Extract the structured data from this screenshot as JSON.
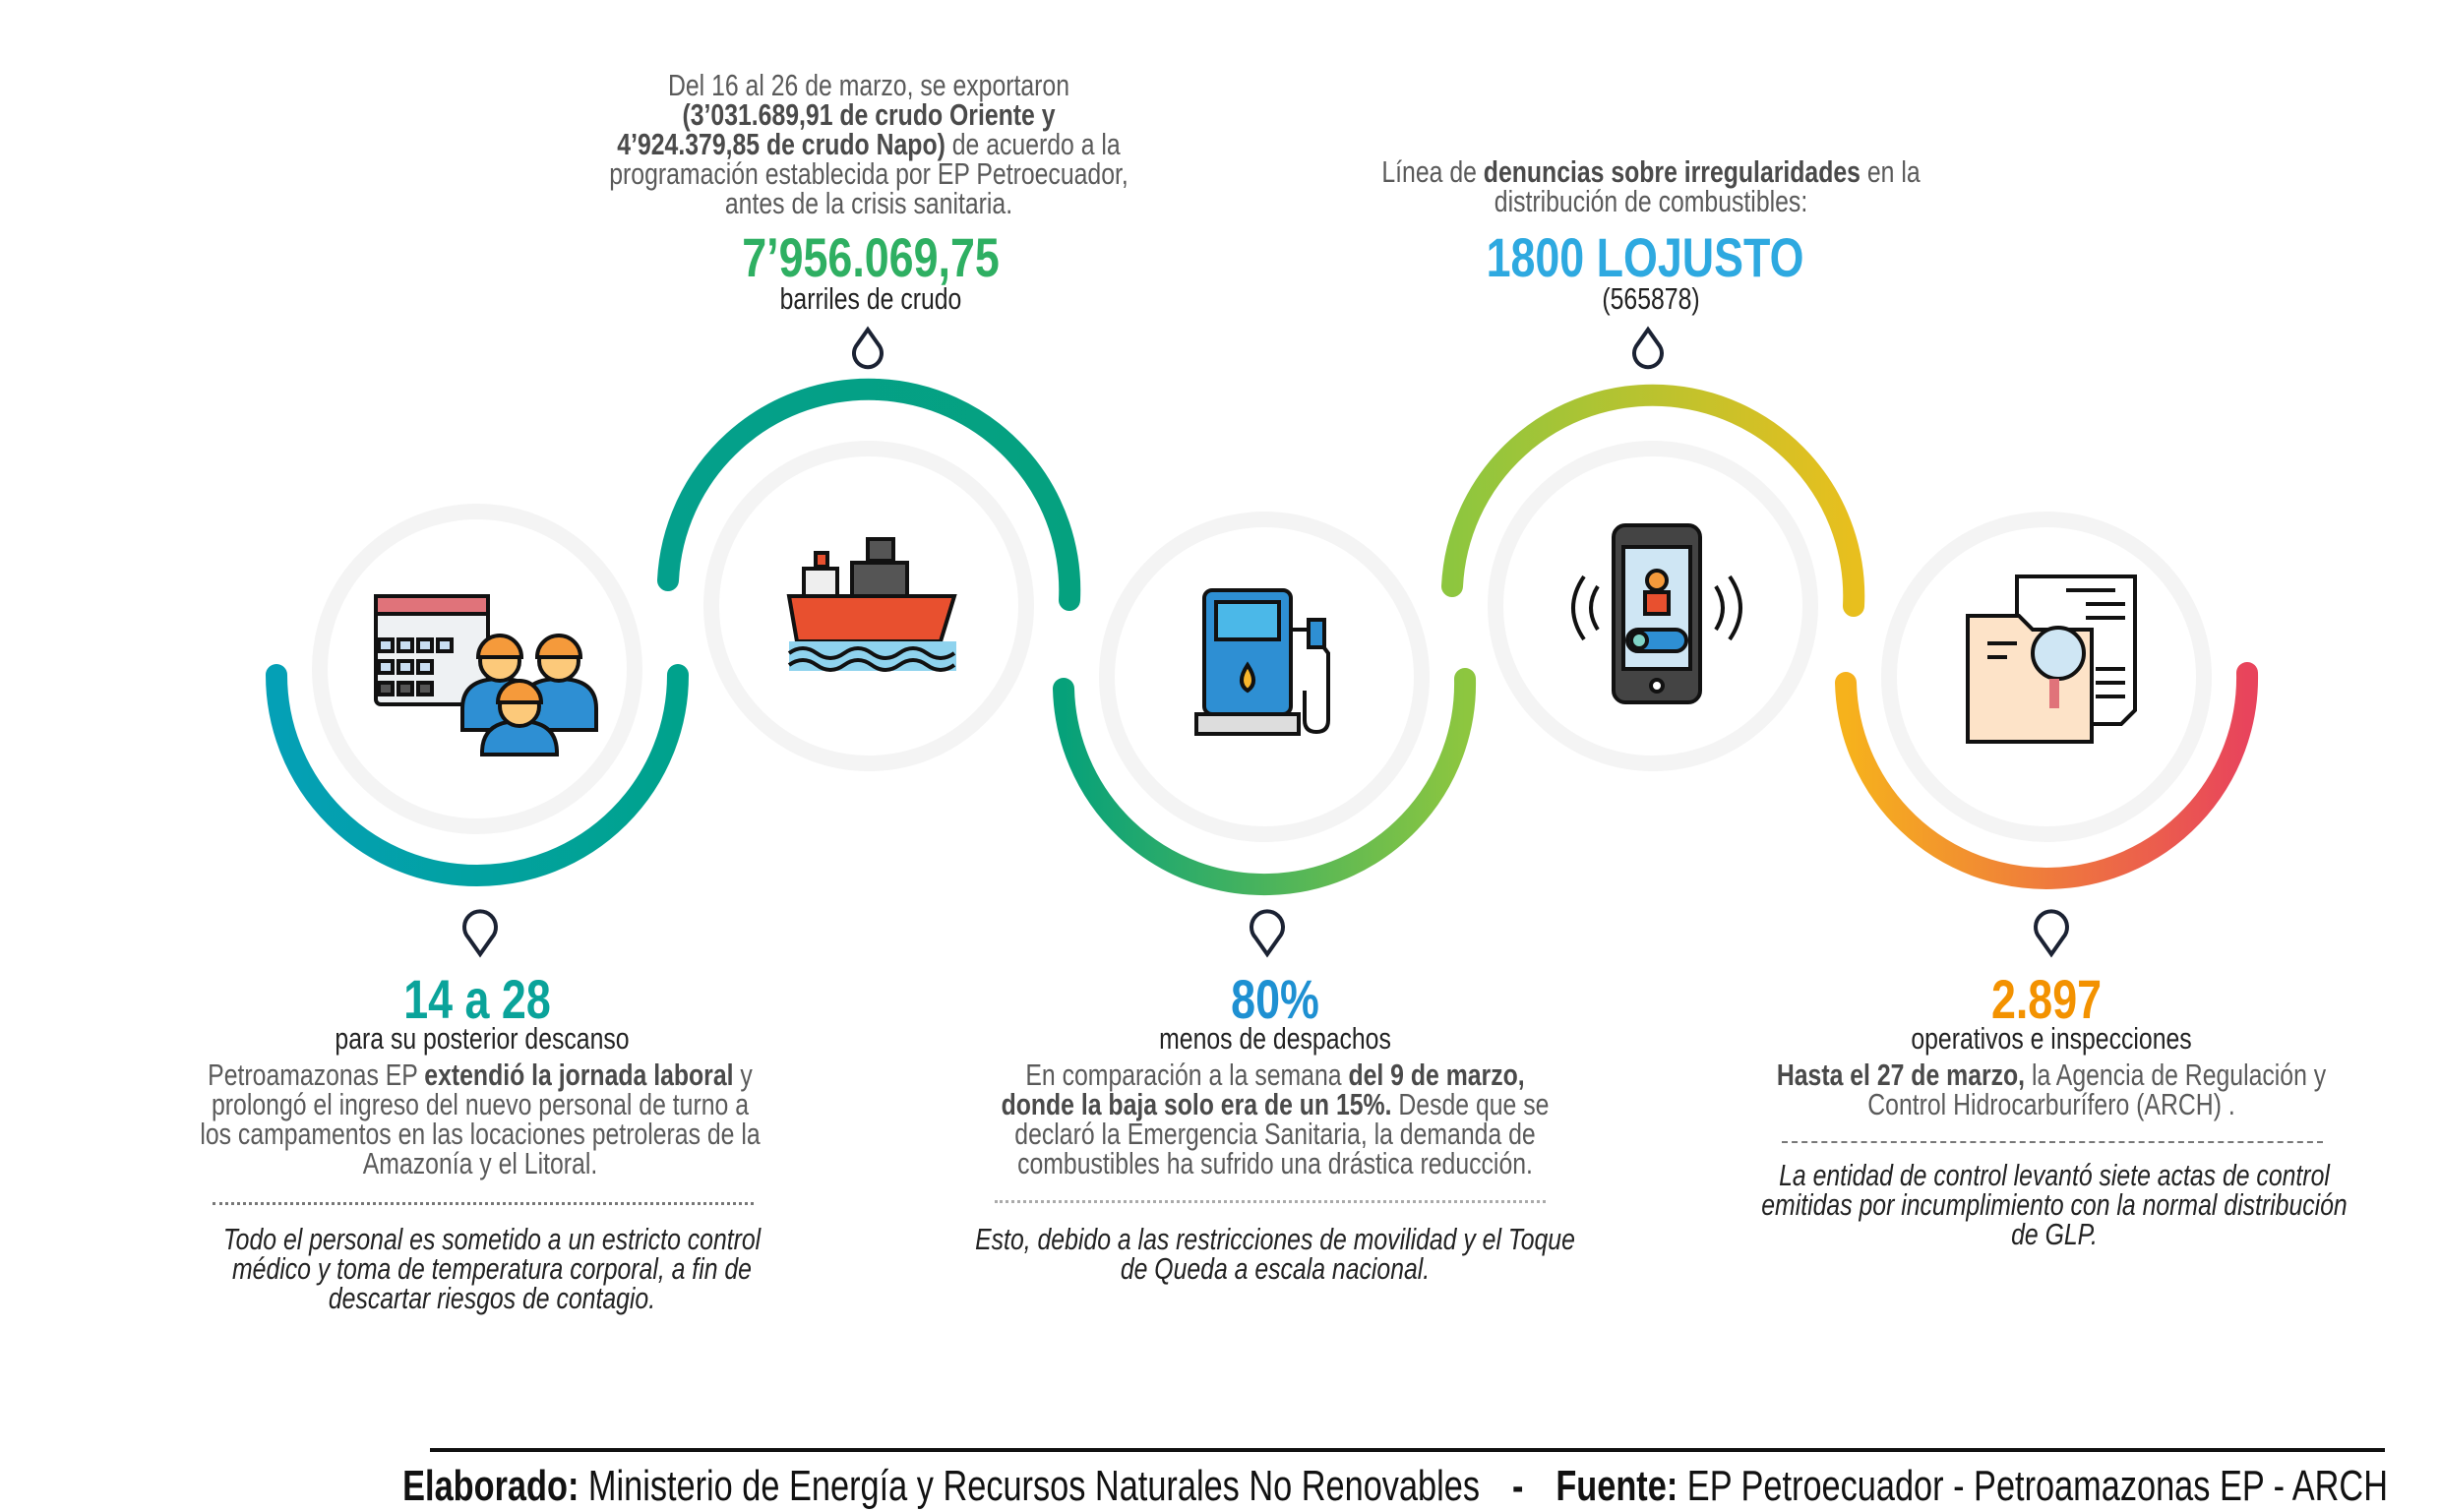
{
  "colors": {
    "teal": "#0aa39a",
    "green": "#2eaf62",
    "blue": "#1e90d2",
    "lightblue": "#2ea9e0",
    "orange": "#f39200",
    "text": "#5a5a5a"
  },
  "top_left": {
    "line1": "Del 16 al 26 de marzo, se exportaron",
    "line2_bold": "(3’031.689,91 de crudo Oriente y",
    "line3_bold": "4’924.379,85 de crudo Napo)",
    "line3_rest": " de acuerdo a la",
    "line4": "programación establecida por EP Petroecuador,",
    "line5": "antes de la crisis sanitaria.",
    "number": "7’956.069,75",
    "unit": "barriles de crudo"
  },
  "top_right": {
    "line1_pre": "Línea de ",
    "line1_bold": "denuncias sobre irregularidades",
    "line1_post": " en la",
    "line2": "distribución de combustibles:",
    "number": "1800 LOJUSTO",
    "unit": "(565878)"
  },
  "bottom_left": {
    "number": "14 a 28",
    "unit": "para su posterior descanso",
    "p1_pre": "Petroamazonas EP ",
    "p1_bold": "extendió la jornada laboral",
    "p1_post": " y",
    "p2": "prolongó el ingreso del nuevo personal de turno a",
    "p3": "los campamentos en las locaciones petroleras de la",
    "p4": "Amazonía y el Litoral.",
    "note1": "Todo el personal es sometido a un estricto control",
    "note2": "médico y toma de temperatura corporal, a fin de",
    "note3": "descartar riesgos de contagio."
  },
  "bottom_mid": {
    "number": "80%",
    "unit": "menos de despachos",
    "p1_pre": "En comparación a la semana ",
    "p1_bold": "del 9 de marzo,",
    "p2_bold": "donde la baja solo era de un 15%.",
    "p2_post": " Desde que se",
    "p3": "declaró la Emergencia Sanitaria, la demanda de",
    "p4": "combustibles ha sufrido una drástica reducción.",
    "note1": "Esto, debido a las restricciones de movilidad y el Toque",
    "note2": "de Queda a escala nacional."
  },
  "bottom_right": {
    "number": "2.897",
    "unit": "operativos e inspecciones",
    "p1_bold": "Hasta el 27 de marzo,",
    "p1_post": " la Agencia de Regulación y",
    "p2": "Control Hidrocarburífero (ARCH) .",
    "note1": "La entidad de control levantó siete actas de control",
    "note2": "emitidas por incumplimiento con la normal distribución",
    "note3": "de GLP."
  },
  "footer": {
    "elaborado_label": "Elaborado:",
    "elaborado_value": " Ministerio de Energía y Recursos Naturales No Renovables",
    "separator": "-",
    "fuente_label": "Fuente:",
    "fuente_value": " EP Petroecuador - Petroamazonas EP - ARCH"
  },
  "icons": [
    "calendar-workers-icon",
    "cargo-ship-icon",
    "fuel-pump-icon",
    "smartphone-call-icon",
    "document-search-icon"
  ]
}
